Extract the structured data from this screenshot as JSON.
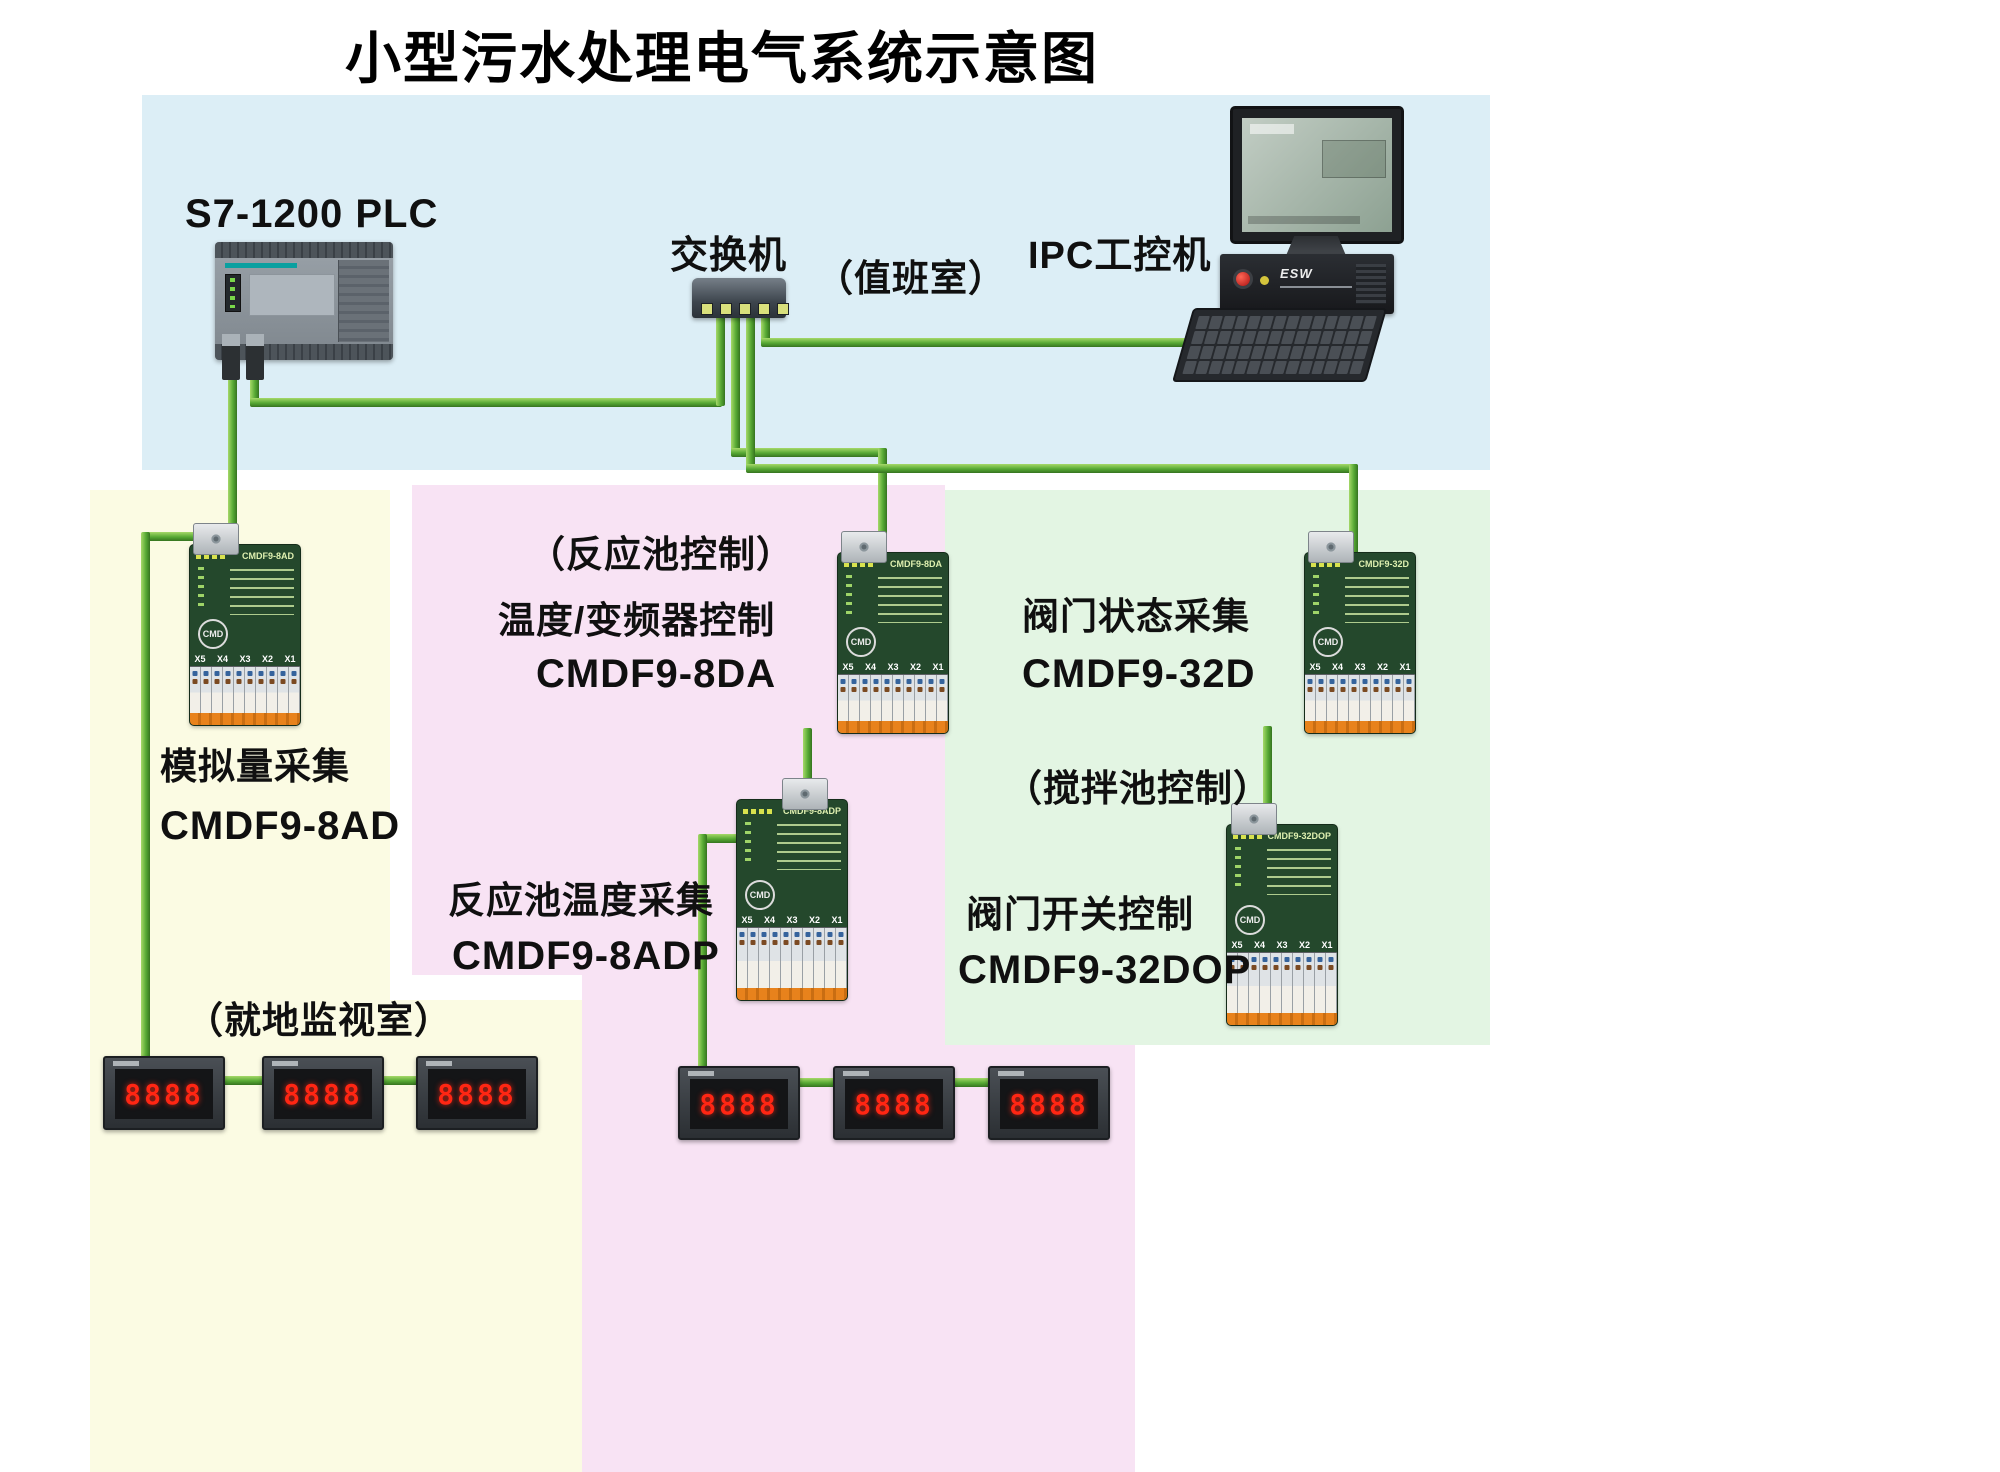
{
  "title": "小型污水处理电气系统示意图",
  "top": {
    "plc_label": "S7-1200  PLC",
    "switch_label": "交换机",
    "duty_room": "（值班室）",
    "ipc_label": "IPC工控机",
    "chassis_brand": "ESW"
  },
  "left": {
    "function": "模拟量采集",
    "model": "CMDF9-8AD",
    "room": "（就地监视室）"
  },
  "middle": {
    "control": "（反应池控制）",
    "function_top": "温度/变频器控制",
    "model_top": "CMDF9-8DA",
    "function_bottom": "反应池温度采集",
    "model_bottom": "CMDF9-8ADP"
  },
  "right": {
    "function_top": "阀门状态采集",
    "model_top": "CMDF9-32D",
    "control": "（搅拌池控制）",
    "function_bottom": "阀门开关控制",
    "model_bottom": "CMDF9-32DOP"
  },
  "modules": {
    "brand": "CMD",
    "terminals": "X5 X4 X3 X2 X1",
    "m8ad_print": "CMDF9-8AD",
    "m8da_print": "CMDF9-8DA",
    "m8adp_print": "CMDF9-8ADP",
    "m32d_print": "CMDF9-32D",
    "m32dop_print": "CMDF9-32DOP"
  },
  "meter": {
    "display": "8888"
  },
  "colors": {
    "cable_green": "#57a934",
    "zone_blue": "#dceef6",
    "zone_yellow": "#fbfbe3",
    "zone_pink": "#f8e3f4",
    "zone_green": "#e3f5e3",
    "meter_digit_red": "#ff2613"
  }
}
